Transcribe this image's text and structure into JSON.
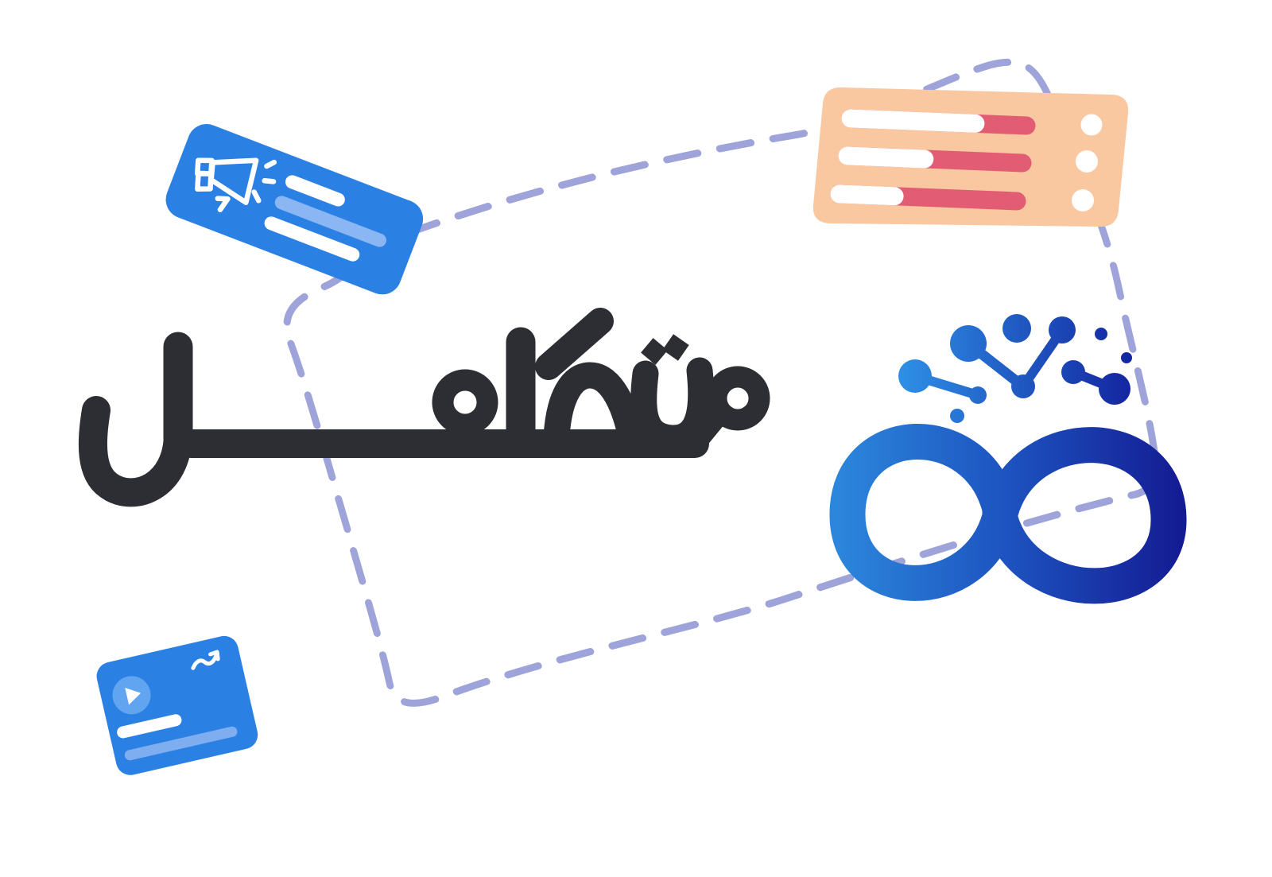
{
  "illustration": {
    "headline": {
      "text": "متكامل",
      "text_with_kashida": "متكامـــــل",
      "lang": "ar",
      "color": "#2d2d34"
    },
    "announcement_card": {
      "background": "#2b80e4",
      "icon": "megaphone-icon",
      "icon_color": "#ffffff",
      "lines": [
        {
          "color": "#ffffff",
          "length": 62
        },
        {
          "color": "#8ab6f3",
          "length": 132
        },
        {
          "color": "#ffffff",
          "length": 110
        }
      ]
    },
    "progress_card": {
      "background": "#f9c7a0",
      "track_color": "#e25c73",
      "progress_color": "#ffffff",
      "bars": [
        {
          "progress": 71
        },
        {
          "progress": 44
        },
        {
          "progress": 31
        }
      ],
      "dot_count": 3,
      "dot_color": "#ffffff"
    },
    "media_card": {
      "background": "#2b80e4",
      "play_circle_color": "#61a4ef",
      "icon_color": "#ffffff",
      "icons": [
        "play-icon",
        "trend-up-icon"
      ],
      "lines": [
        {
          "color": "#ffffff",
          "length": 68
        },
        {
          "color": "#7faef0",
          "length": 132
        }
      ]
    },
    "infinity_logo": {
      "gradient_start": "#2c87dc",
      "gradient_mid": "#1d53c0",
      "gradient_end": "#141c93"
    },
    "molecule_dots": {
      "gradient_start": "#2e90e6",
      "gradient_end": "#13239f",
      "dot_count": 9
    },
    "dashed_path": {
      "color": "#4f57a7",
      "highlight": "#9ea4d9",
      "style": "dashed"
    }
  }
}
